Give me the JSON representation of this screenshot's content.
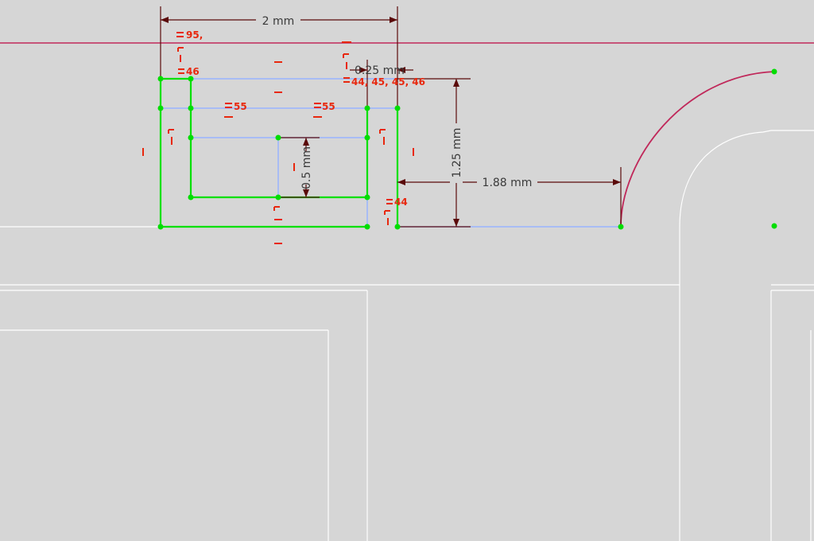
{
  "window": {
    "title": ""
  },
  "colors": {
    "background": "#d6d6d6",
    "construction": "#ffffff",
    "selected_geometry": "#00e000",
    "unselected_geometry": "#99b3ff",
    "dimension": "#5a0a0a",
    "reference_line": "#c0285a",
    "constraint": "#e8280e",
    "point": "#00dd00"
  },
  "dimensions": {
    "width_2": "2 mm",
    "offset_025": "0.25 mm",
    "height_125": "1.25 mm",
    "dist_188": "1.88 mm",
    "height_05": "0.5 mm"
  },
  "constraints": {
    "c95": "95,",
    "c46": "46",
    "c55a": "55",
    "c55b": "55",
    "c44_45_46": "44, 45, 45, 46",
    "c44": "44"
  }
}
